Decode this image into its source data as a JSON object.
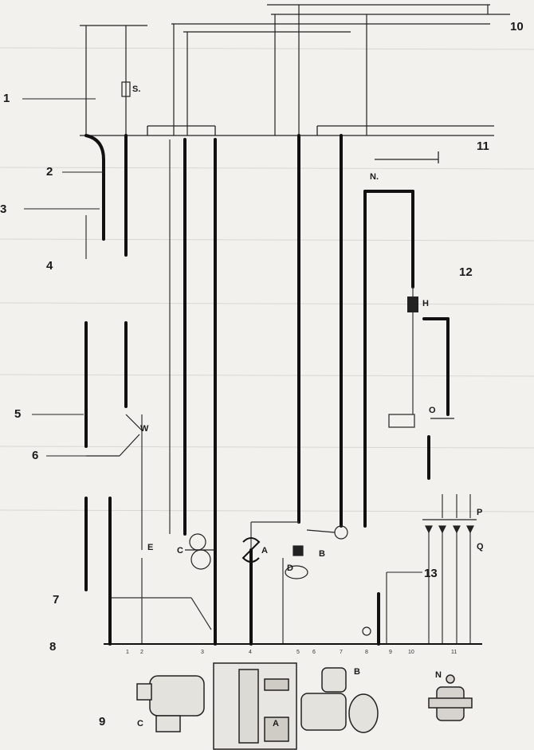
{
  "diagram": {
    "callouts": [
      "1",
      "2",
      "3",
      "4",
      "5",
      "6",
      "7",
      "8",
      "9",
      "10",
      "11",
      "12",
      "13"
    ],
    "components": {
      "fuse": "S.",
      "generator": "C",
      "regulator": "A",
      "starter": "B",
      "coil": "N",
      "coil_top": "N.",
      "switch_w": "W",
      "oil_light": "O",
      "lamp_e": "E",
      "lamp_d": "D",
      "relay_h": "H",
      "plug_p": "P",
      "plug_q": "Q"
    },
    "terminal_numbers": [
      "1",
      "2",
      "3",
      "4",
      "5",
      "6",
      "7",
      "8",
      "9",
      "10",
      "11"
    ]
  }
}
